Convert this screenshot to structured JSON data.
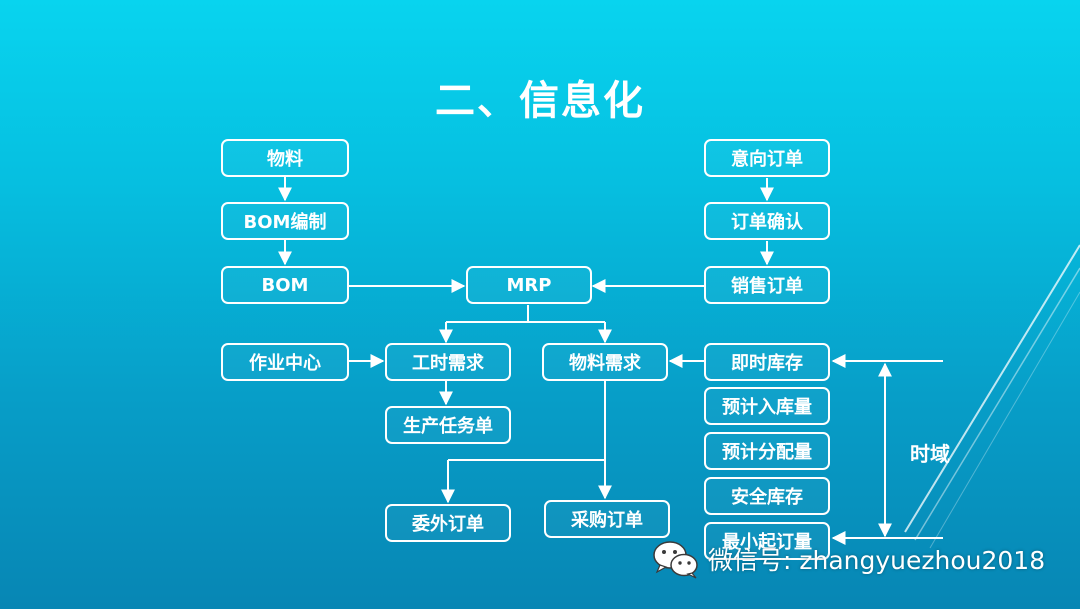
{
  "title": "二、信息化",
  "nodes": {
    "wuliao": "物料",
    "bom_bianzhi": "BOM编制",
    "bom": "BOM",
    "mrp": "MRP",
    "yixiang_dingdan": "意向订单",
    "dingdan_queren": "订单确认",
    "xiaoshou_dingdan": "销售订单",
    "zuoye_zhongxin": "作业中心",
    "gongshi_xuqiu": "工时需求",
    "wuliao_xuqiu": "物料需求",
    "jishi_kucun": "即时库存",
    "shengchan_renwudan": "生产任务单",
    "yuji_rukuliang": "预计入库量",
    "yuji_fenpeiliang": "预计分配量",
    "anquan_kucun": "安全库存",
    "weiwai_dingdan": "委外订单",
    "caigou_dingdan": "采购订单",
    "zuixiao_qiding": "最小起订量"
  },
  "time_domain_label": "时域",
  "watermark": {
    "text": "微信号: zhangyuezhou2018",
    "icon": "wechat-icon"
  }
}
